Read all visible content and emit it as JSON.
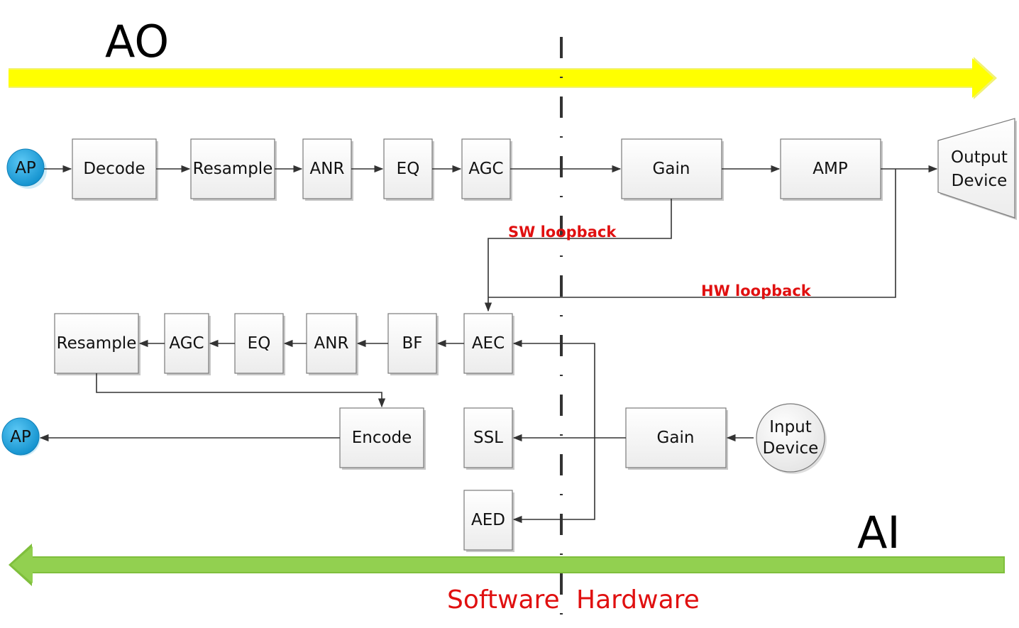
{
  "labels": {
    "ao": "AO",
    "ai": "AI",
    "software": "Software",
    "hardware": "Hardware",
    "sw_loopback": "SW loopback",
    "hw_loopback": "HW loopback"
  },
  "output_path": {
    "source": "AP",
    "blocks": [
      "Decode",
      "Resample",
      "ANR",
      "EQ",
      "AGC",
      "Gain",
      "AMP"
    ],
    "output_device": [
      "Output",
      "Device"
    ]
  },
  "input_path": {
    "input_device": [
      "Input",
      "Device"
    ],
    "hw_gain": "Gain",
    "blocks": [
      "AEC",
      "BF",
      "ANR",
      "EQ",
      "AGC",
      "Resample"
    ],
    "encode": "Encode",
    "sink": "AP",
    "side_blocks": [
      "SSL",
      "AED"
    ]
  },
  "colors": {
    "ao_arrow": "#ffff00",
    "ai_arrow": "#92d050",
    "ap_circle": "#1aa3e0",
    "loopback_text": "#e01010"
  }
}
